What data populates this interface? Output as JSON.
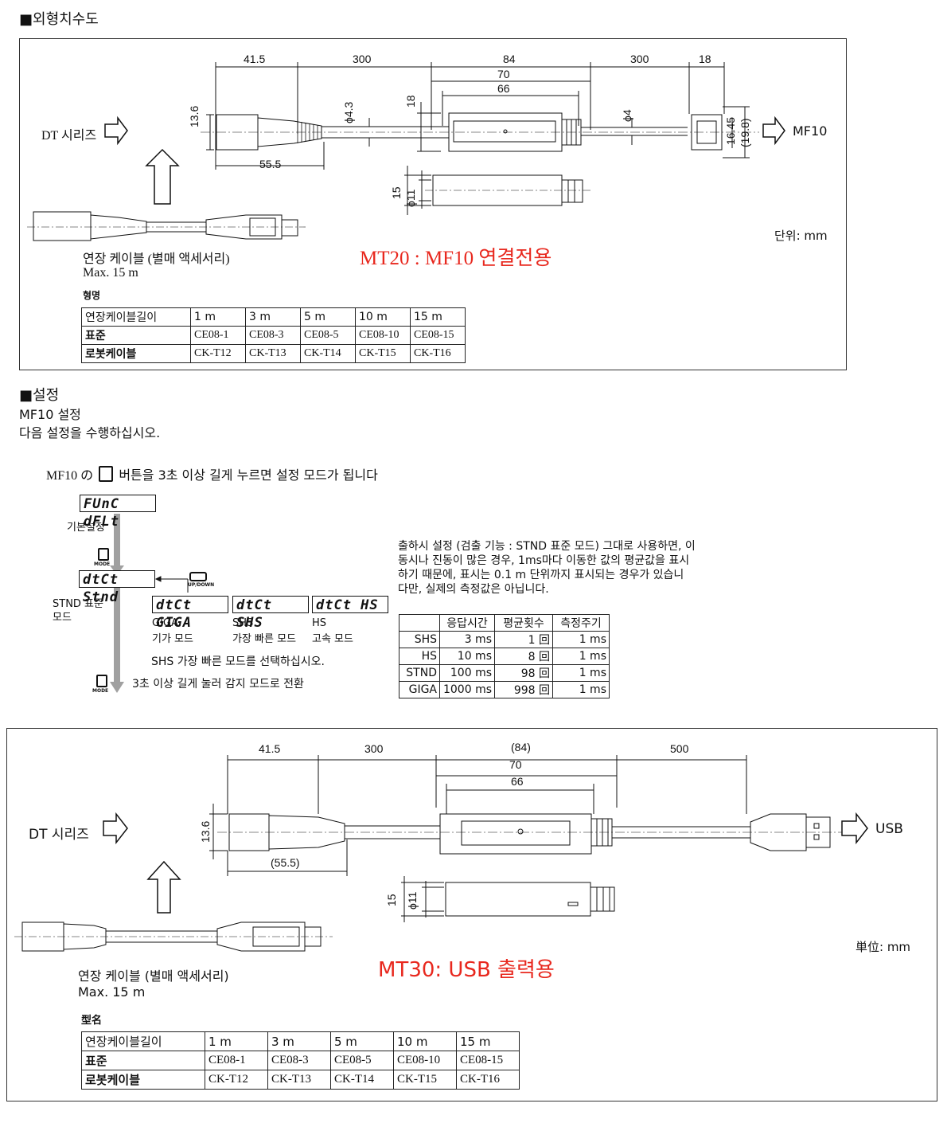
{
  "section1": {
    "title": "■외형치수도"
  },
  "mt20": {
    "dims_top": [
      "41.5",
      "300",
      "84",
      "70",
      "66",
      "300",
      "18"
    ],
    "dim_left_height": "13.6",
    "dim_phi43": "ϕ4.3",
    "dim_18": "18",
    "dim_phi4": "ϕ4",
    "dim_1645": "16.45",
    "dim_198": "(19.8)",
    "dim_555": "55.5",
    "dim_15": "15",
    "dim_phi11": "ϕ11",
    "dt_label": "DT 시리즈",
    "out_label": "MF10",
    "unit": "단위: mm",
    "title": "MT20 : MF10 연결전용",
    "cable_caption": "연장 케이블 (별매 액세서리)",
    "cable_max": "Max. 15 m",
    "model_heading": "형명",
    "table": {
      "header": [
        "연장케이블길이",
        "1 m",
        "3 m",
        "5 m",
        "10 m",
        "15 m"
      ],
      "rows": [
        [
          "표준",
          "CE08-1",
          "CE08-3",
          "CE08-5",
          "CE08-10",
          "CE08-15"
        ],
        [
          "로봇케이블",
          "CK-T12",
          "CK-T13",
          "CK-T14",
          "CK-T15",
          "CK-T16"
        ]
      ]
    }
  },
  "section2": {
    "title": "■설정",
    "line1": "MF10 설정",
    "line2": "다음 설정을 수행하십시오."
  },
  "settings": {
    "intro_prefix": "MF10 の",
    "intro_suffix": "버튼을 3초 이상 길게 누르면 설정 모드가 됩니다",
    "mode_label": "MODE",
    "updown_label": "UP/DOWN",
    "lcd_func": "FUnC dFLt",
    "lcd_func_caption": "기본설정",
    "lcd_dtct": "dtCt Stnd",
    "stnd_caption_1": "STND 표준",
    "stnd_caption_2": "모드",
    "lcd_giga": "dtCt GIGA",
    "lcd_shs": "dtCt  SHS",
    "lcd_hs": "dtCt   HS",
    "giga_caption_1": "GIGA",
    "giga_caption_2": "기가 모드",
    "shs_caption_1": "SHS",
    "shs_caption_2": "가장 빠른 모드",
    "hs_caption_1": "HS",
    "hs_caption_2": "고속 모드",
    "select_note": "SHS 가장 빠른 모드를 선택하십시오.",
    "bottom_note": "3초 이상 길게 눌러 감지 모드로 전환",
    "factory_note": [
      "출하시 설정 (검출 기능 : STND 표준 모드) 그대로 사용하면, 이",
      "동시나 진동이 많은 경우, 1ms마다 이동한 값의 평균값을 표시",
      "하기 때문에, 표시는 0.1   m 단위까지 표시되는 경우가 있습니",
      "다만, 실제의 측정값은 아닙니다."
    ],
    "resp_table": {
      "header": [
        "",
        "응답시간",
        "평균횟수",
        "측정주기"
      ],
      "rows": [
        [
          "SHS",
          "3 ms",
          "1 回",
          "1 ms"
        ],
        [
          "HS",
          "10 ms",
          "8 回",
          "1 ms"
        ],
        [
          "STND",
          "100 ms",
          "98 回",
          "1 ms"
        ],
        [
          "GIGA",
          "1000 ms",
          "998 回",
          "1 ms"
        ]
      ]
    }
  },
  "mt30": {
    "dims_top": [
      "41.5",
      "300",
      "(84)",
      "70",
      "66",
      "500"
    ],
    "dim_left_height": "13.6",
    "dim_555": "(55.5)",
    "dim_15": "15",
    "dim_phi11": "ϕ11",
    "dt_label": "DT 시리즈",
    "out_label": "USB",
    "unit": "単位: mm",
    "title": "MT30: USB 출력용",
    "cable_caption": "연장 케이블 (별매 액세서리)",
    "cable_max": "Max. 15 m",
    "model_heading": "型名",
    "table": {
      "header": [
        "연장케이블길이",
        "1 m",
        "3 m",
        "5 m",
        "10 m",
        "15 m"
      ],
      "rows": [
        [
          "표준",
          "CE08-1",
          "CE08-3",
          "CE08-5",
          "CE08-10",
          "CE08-15"
        ],
        [
          "로봇케이블",
          "CK-T12",
          "CK-T13",
          "CK-T14",
          "CK-T15",
          "CK-T16"
        ]
      ]
    }
  },
  "colors": {
    "accent_red": "#e8281e",
    "arrow_gray": "#a0a0a0"
  }
}
